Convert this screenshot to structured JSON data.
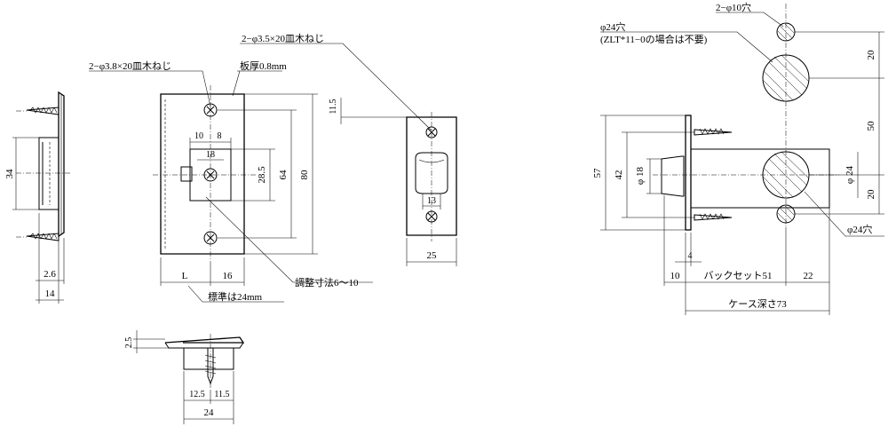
{
  "labels": {
    "screw_small": "2−φ3.8×20皿木ねじ",
    "screw_large": "2−φ3.5×20皿木ねじ",
    "plate_thickness": "板厚0.8mm",
    "adjust": "調整寸法6〜10",
    "standard": "標準は24mm",
    "hole_10": "2−φ10穴",
    "hole_24": "φ24穴",
    "hole_24_note": "(ZLT*11−0の場合は不要)",
    "hole_24_bottom": "φ24穴",
    "backset": "バックセット51",
    "case_depth": "ケース深さ73"
  },
  "dims": {
    "d34": "34",
    "d2_6": "2.6",
    "d14": "14",
    "d10": "10",
    "d8": "8",
    "d18": "18",
    "d28_5": "28.5",
    "d64": "64",
    "d80": "80",
    "dL": "L",
    "d16": "16",
    "d11_5": "11.5",
    "d13": "13",
    "d25": "25",
    "d2_5": "2.5",
    "d12_5": "12.5",
    "d11_5b": "11.5",
    "d24": "24",
    "d57": "57",
    "d42": "42",
    "dphi18": "φ 18",
    "d4": "4",
    "d10b": "10",
    "d22": "22",
    "d20a": "20",
    "d50": "50",
    "d20b": "20",
    "dphi24": "φ 24"
  }
}
